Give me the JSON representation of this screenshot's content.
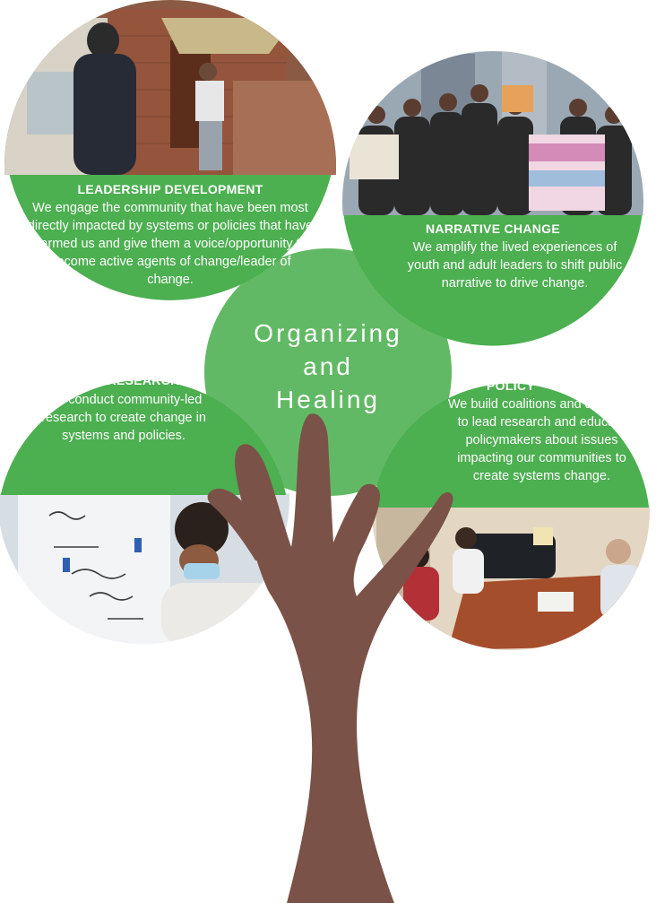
{
  "center": {
    "line1": "Organizing",
    "line2": "and",
    "line3": "Healing"
  },
  "leadership": {
    "heading": "LEADERSHIP DEVELOPMENT",
    "body": "We engage the community that have been most directly impacted by systems or policies that have harmed us and give them a voice/opportunity to become active agents of change/leader of change.",
    "photo": "Person on front steps of a brick house talking with a resident at the door"
  },
  "narrative": {
    "heading": "NARRATIVE CHANGE",
    "body": "We amplify the lived experiences of youth and adult leaders to shift public narrative to drive change.",
    "photo": "Youth and adults holding protest signs at a press conference on a city street"
  },
  "research": {
    "heading": "RESEARCH",
    "body": "We conduct community-led research to create change in systems and policies.",
    "photo": "Masked young person writing notes on a whiteboard"
  },
  "policy": {
    "heading": "POLICY",
    "body": "We build coalitions and alliances to lead research and educate policymakers about issues impacting our communities to create systems change.",
    "photo": "Group meeting around a conference table in an office"
  },
  "colors": {
    "green": "#4caf50",
    "green_dark": "#3f9c45",
    "trunk": "#7a5248",
    "text": "#ffffff"
  }
}
